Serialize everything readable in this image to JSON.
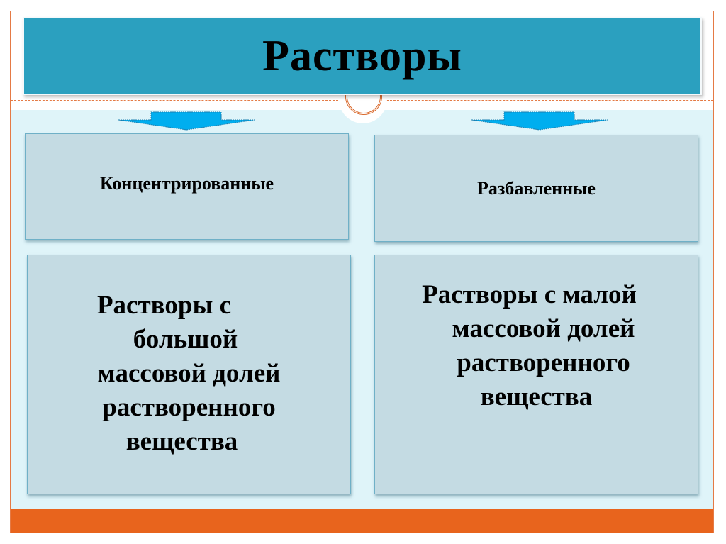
{
  "slide": {
    "title": "Растворы",
    "colors": {
      "header": "#2ba0bf",
      "accent_orange": "#e8641d",
      "frame": "#e57a45",
      "content_bg": "#dff4f9",
      "box_fill": "#c4dbe3",
      "arrow": "#00aeef"
    },
    "categories": [
      {
        "label": "Концентрированные",
        "description_lines": [
          "Растворы с",
          "большой",
          "массовой долей",
          "растворенного",
          "вещества"
        ]
      },
      {
        "label": "Разбавленные",
        "description_lines": [
          "Растворы с малой",
          "массовой долей",
          "растворенного",
          "вещества"
        ]
      }
    ]
  }
}
